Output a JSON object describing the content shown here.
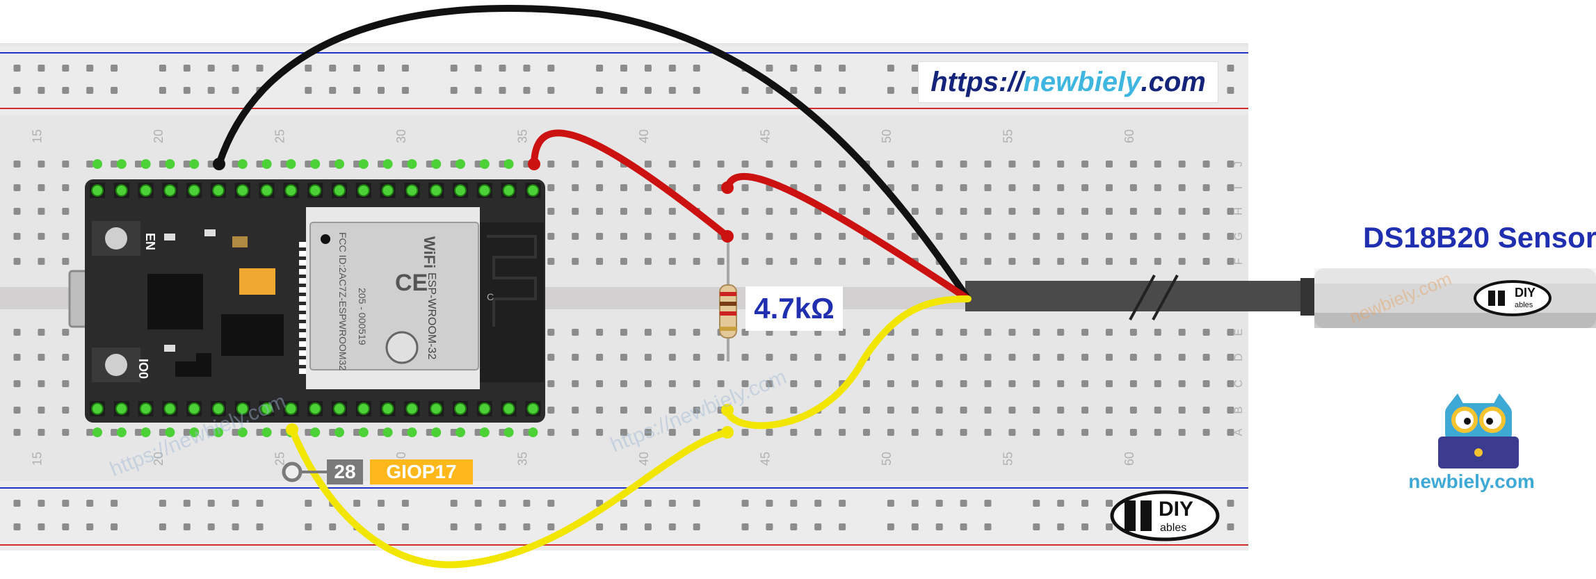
{
  "colors": {
    "wire_vcc": "#cc1111",
    "wire_gnd": "#111111",
    "wire_data": "#f2e600",
    "rail_blue": "#2233cc",
    "rail_red": "#d52a2a",
    "pin_label_bg": "#ffb81c",
    "label_blue": "#1f2fb0",
    "brand_blue": "#3fa9d6"
  },
  "breadboard": {
    "column_numbers": [
      "15",
      "20",
      "25",
      "30",
      "35",
      "40",
      "45",
      "50",
      "55",
      "60"
    ],
    "row_letters_top": [
      "J",
      "I",
      "H",
      "G",
      "F"
    ],
    "row_letters_bottom": [
      "E",
      "D",
      "C",
      "B",
      "A"
    ]
  },
  "website": {
    "prefix": "https://",
    "name": "newbiely",
    "suffix": ".com"
  },
  "board": {
    "button_en": "EN",
    "button_io0": "IO0",
    "module_brand": "WiFi",
    "module_model": "ESP-WROOM-32",
    "module_fcc": "FCC ID:2AC7Z-ESPWROOM32",
    "module_code": "205 - 000519",
    "antenna_mark": "C"
  },
  "resistor": {
    "label": "4.7kΩ"
  },
  "sensor": {
    "title": "DS18B20 Sensor",
    "watermark": "newbiely.com"
  },
  "pin": {
    "number": "28",
    "name": "GIOP17"
  },
  "logo": {
    "line1": "DIY",
    "line2": "ables"
  },
  "brand": {
    "text": "newbiely.com"
  },
  "watermarks": [
    "https://newbiely.com",
    "https://newbiely.com"
  ]
}
